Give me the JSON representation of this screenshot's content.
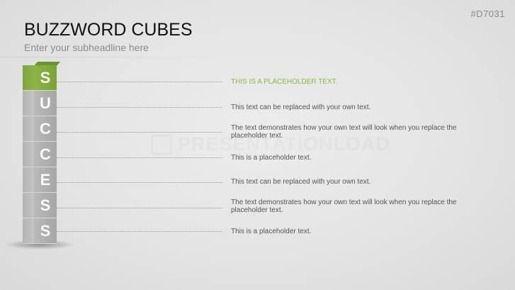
{
  "slide": {
    "id_tag": "#D7031",
    "title": "BUZZWORD CUBES",
    "subtitle": "Enter your subheadline here",
    "watermark": "PRESENTATIONLOAD"
  },
  "colors": {
    "accent": "#8db544",
    "cube_gray": "#b5b5b5",
    "text": "#555555"
  },
  "cubes": [
    "S",
    "U",
    "C",
    "C",
    "E",
    "S",
    "S"
  ],
  "rows": [
    {
      "text": "THIS IS A PLACEHOLDER TEXT.",
      "highlight": true
    },
    {
      "text": "This text can be replaced with your own text.",
      "highlight": false
    },
    {
      "text": "The text demonstrates how your own text will look when you replace the placeholder text.",
      "highlight": false
    },
    {
      "text": "This is a placeholder text.",
      "highlight": false
    },
    {
      "text": "This text can be replaced with your own text.",
      "highlight": false
    },
    {
      "text": "The text demonstrates how your own text will look when you replace the placeholder text.",
      "highlight": false
    },
    {
      "text": "This is a placeholder text.",
      "highlight": false
    }
  ]
}
